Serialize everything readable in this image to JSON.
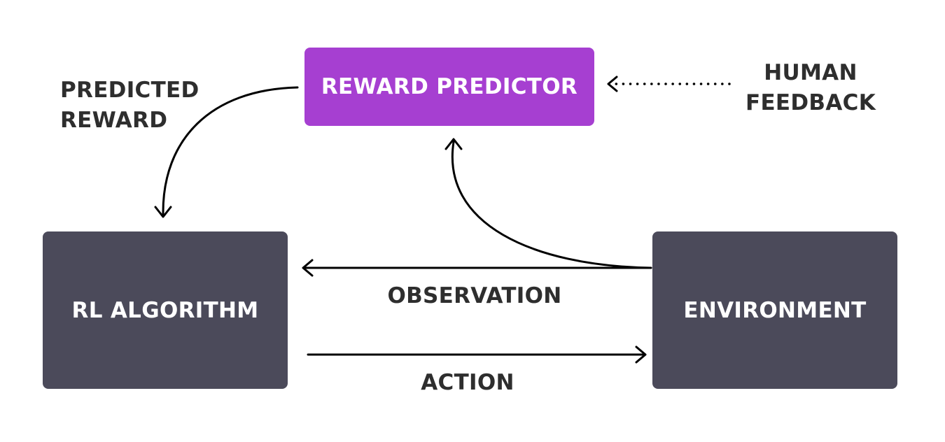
{
  "colors": {
    "reward_node": "#a63fd1",
    "dark_node": "#4b4a5a",
    "text_dark": "#2e2e2e",
    "edge": "#000000"
  },
  "nodes": {
    "reward_predictor": {
      "label": "REWARD PREDICTOR"
    },
    "rl_algorithm": {
      "label": "RL ALGORITHM"
    },
    "environment": {
      "label": "ENVIRONMENT"
    }
  },
  "edges": {
    "predicted_reward": {
      "line1": "PREDICTED",
      "line2": "REWARD"
    },
    "human_feedback": {
      "line1": "HUMAN",
      "line2": "FEEDBACK"
    },
    "observation": {
      "label": "OBSERVATION"
    },
    "action": {
      "label": "ACTION"
    }
  }
}
